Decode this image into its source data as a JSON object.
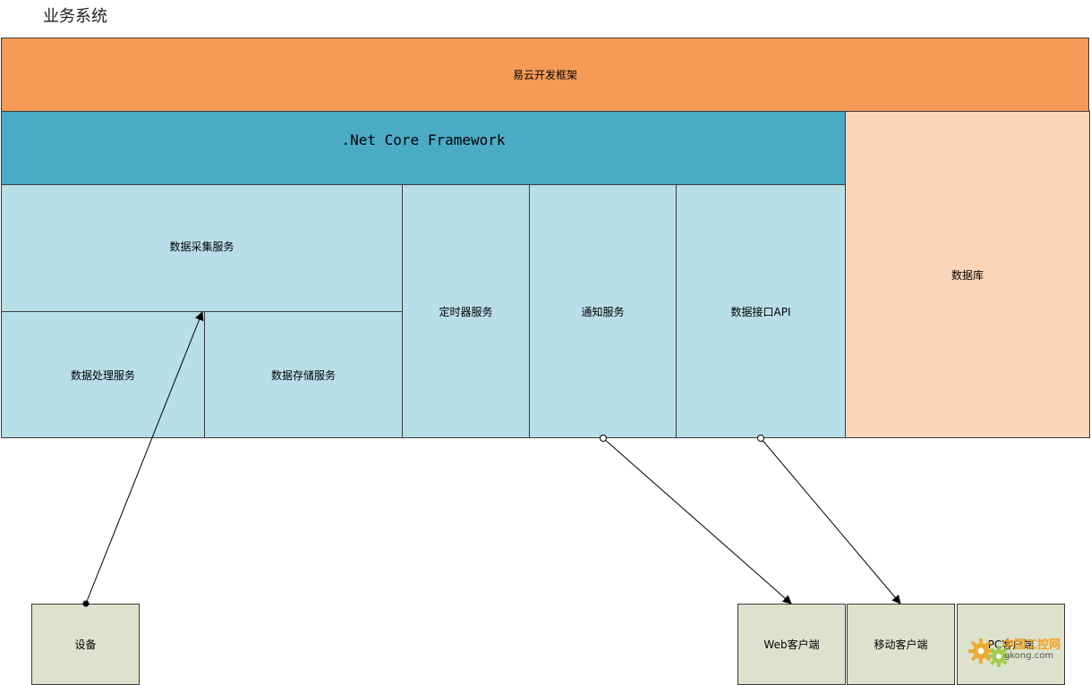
{
  "title": "业务系统",
  "layers": {
    "framework": "易云开发框架",
    "netcore": ".Net Core Framework",
    "database": "数据库"
  },
  "services": {
    "collect": "数据采集服务",
    "process": "数据处理服务",
    "storage": "数据存储服务",
    "timer": "定时器服务",
    "notify": "通知服务",
    "api": "数据接口API"
  },
  "clients": {
    "device": "设备",
    "web": "Web客户端",
    "mobile": "移动客户端",
    "pc": "PC客户端"
  },
  "watermark": {
    "top": "中国工控网",
    "bottom": "gkong.com"
  },
  "colors": {
    "framework": "#f59b57",
    "netcore": "#4babc6",
    "service": "#b8dee8",
    "database": "#fad5b7",
    "client": "#dde2cd"
  }
}
